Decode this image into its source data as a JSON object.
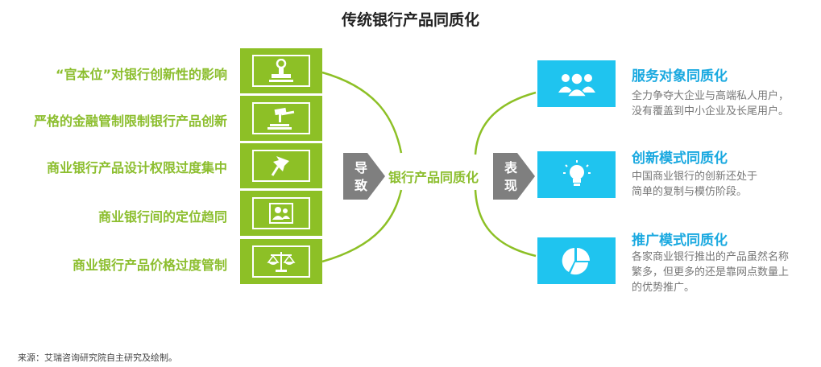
{
  "title": "传统银行产品同质化",
  "causes": [
    {
      "label": "“官本位”对银行创新性的影响",
      "icon": "stamp-icon"
    },
    {
      "label": "严格的金融管制限制银行产品创新",
      "icon": "gavel-icon"
    },
    {
      "label": "商业银行产品设计权限过度集中",
      "icon": "pushpin-icon"
    },
    {
      "label": "商业银行间的定位趋同",
      "icon": "user-group-icon"
    },
    {
      "label": "商业银行产品价格过度管制",
      "icon": "scale-icon"
    }
  ],
  "arrow_left": {
    "line1": "导",
    "line2": "致"
  },
  "center": "银行产品同质化",
  "arrow_right": {
    "line1": "表",
    "line2": "现"
  },
  "results": [
    {
      "title": "服务对象同质化",
      "desc": "全力争夺大企业与高端私人用户，\n没有覆盖到中小企业及长尾用户。",
      "icon": "people-icon"
    },
    {
      "title": "创新模式同质化",
      "desc": "中国商业银行的创新还处于\n简单的复制与模仿阶段。",
      "icon": "lightbulb-icon"
    },
    {
      "title": "推广模式同质化",
      "desc": "各家商业银行推出的产品虽然名称\n繁多，但更多的还是靠网点数量上\n的优势推广。",
      "icon": "pie-chart-icon"
    }
  ],
  "source": "来源：艾瑞咨询研究院自主研究及绘制。",
  "colors": {
    "green": "#8dc026",
    "blue": "#1fc4ef",
    "gray_arrow": "#7f7f7f"
  }
}
